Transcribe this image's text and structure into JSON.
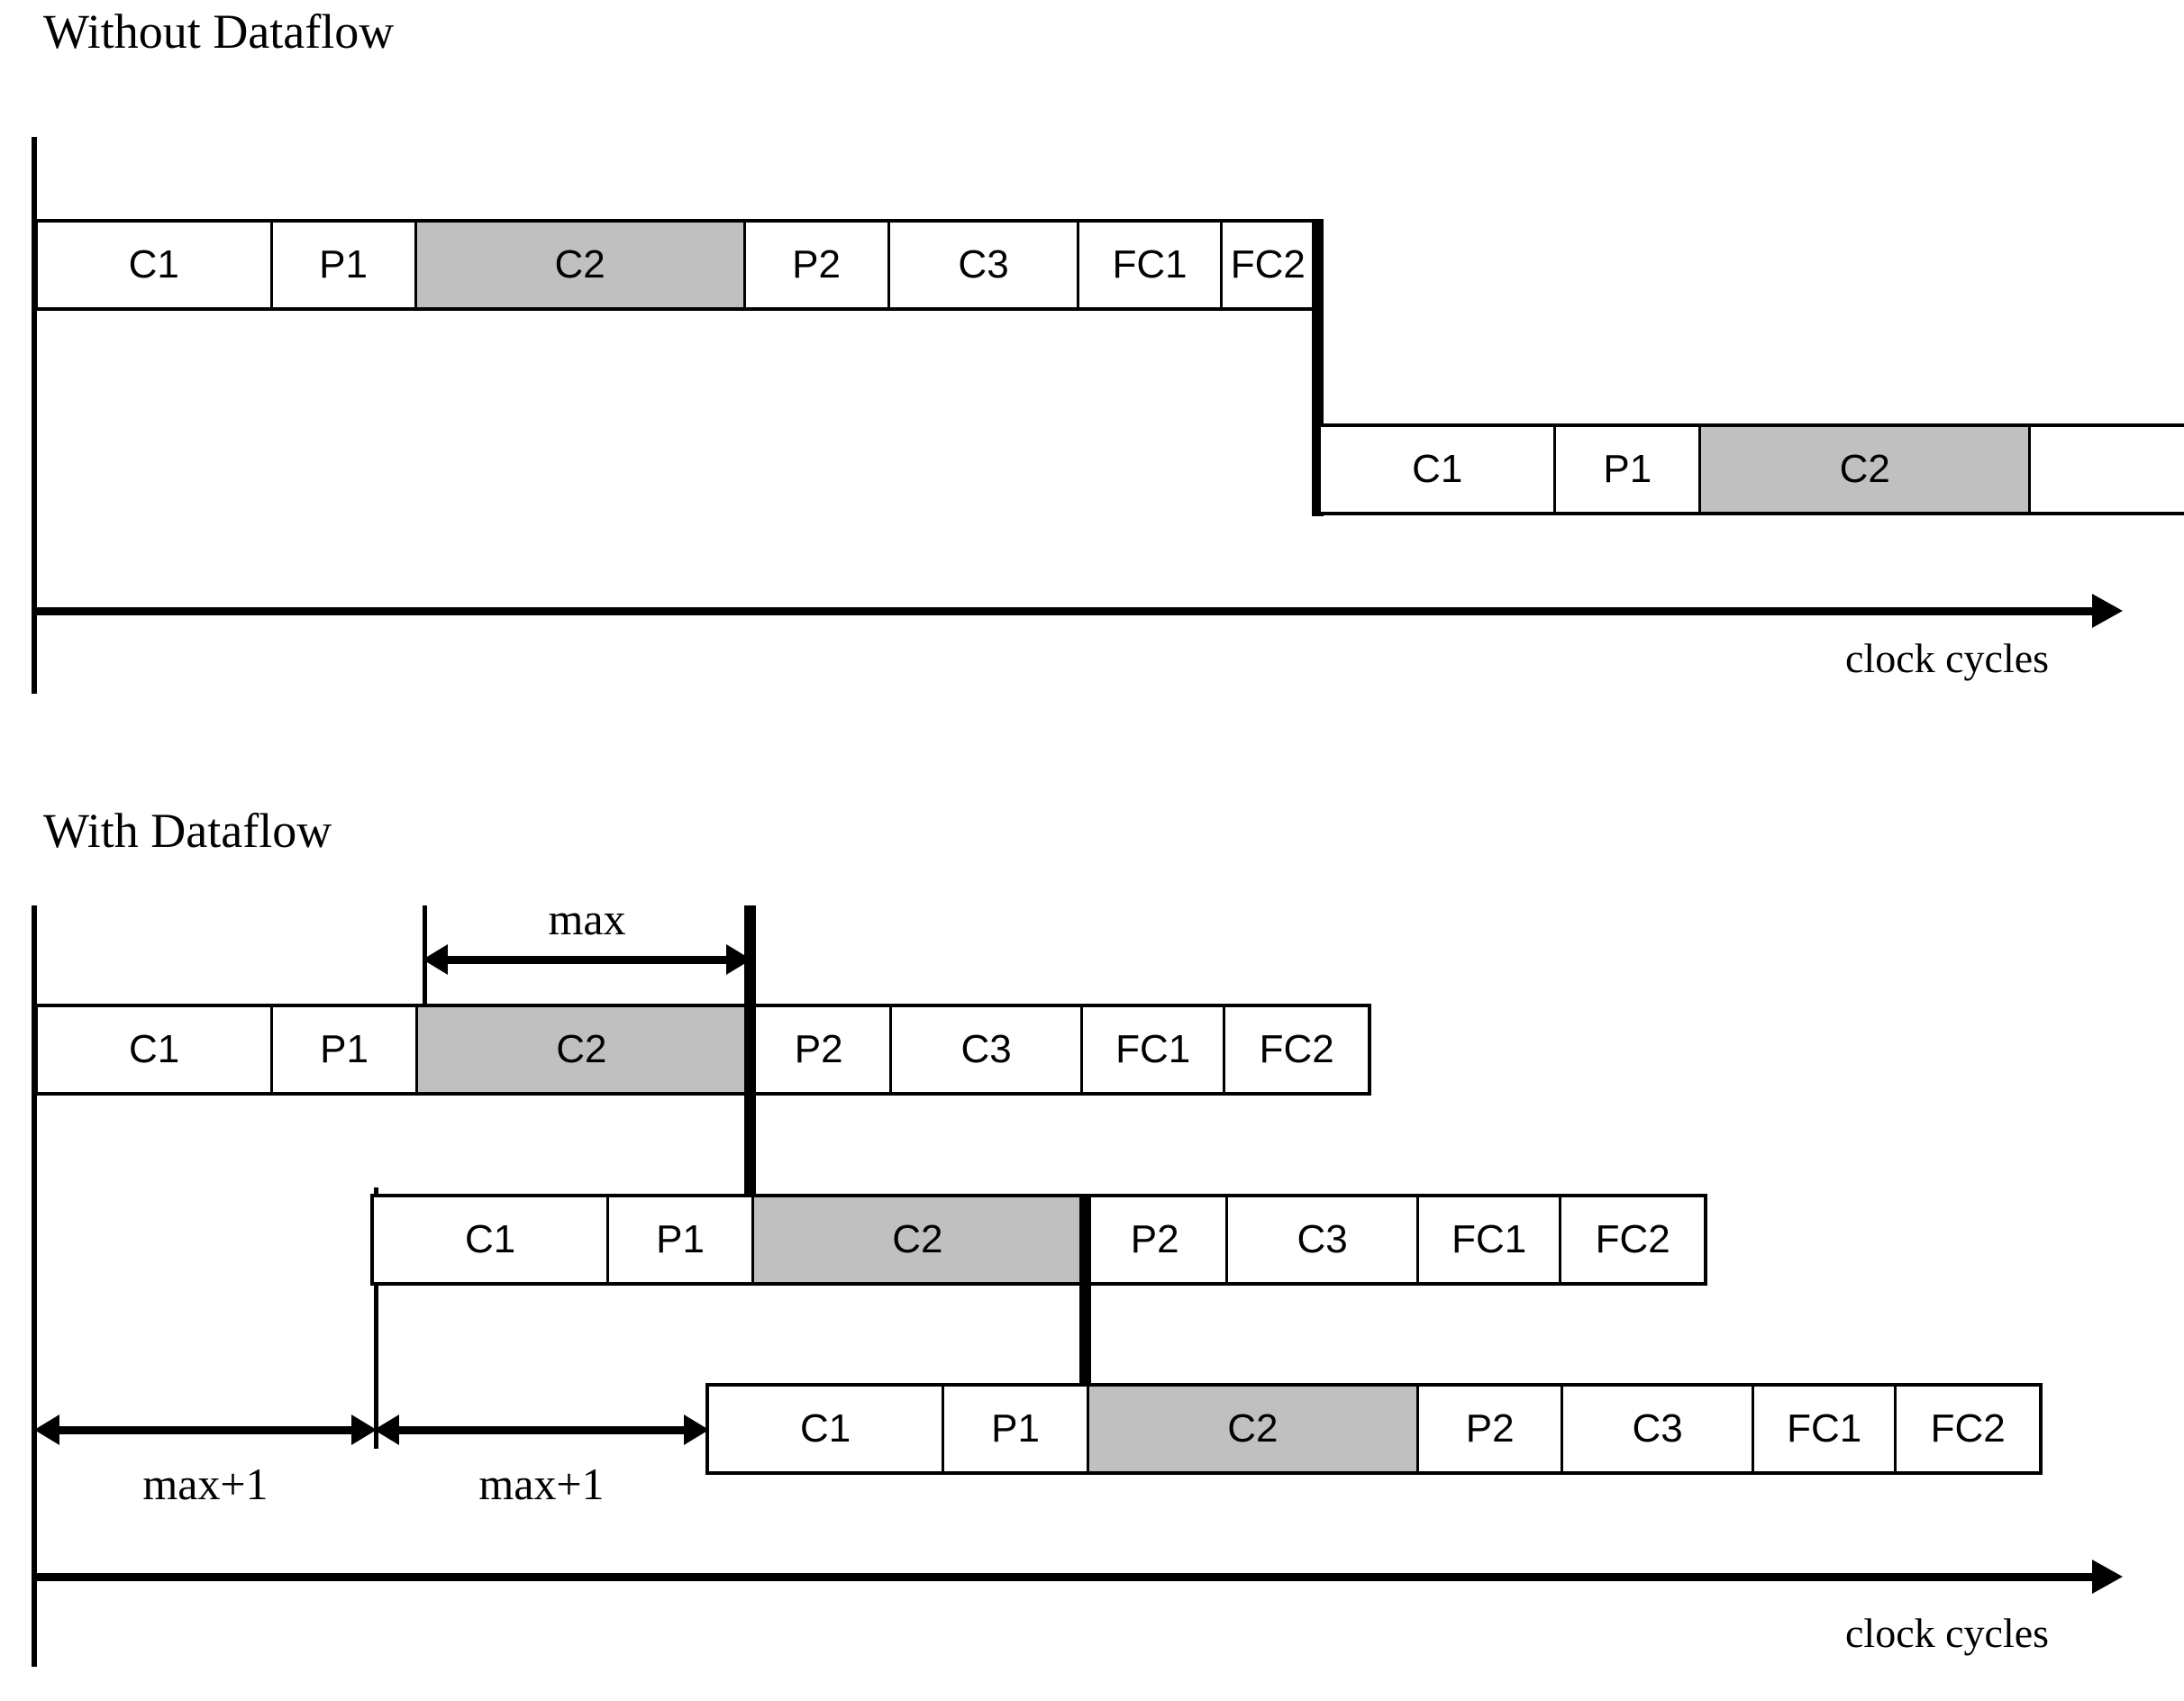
{
  "figure": {
    "cell_labels_order": [
      "C1",
      "P1",
      "C2",
      "P2",
      "C3",
      "FC1",
      "FC2"
    ],
    "shaded_label": "C2",
    "colors": {
      "shaded_cell": "#c0c0c0",
      "line": "#000000",
      "background": "#ffffff"
    }
  },
  "sections": [
    {
      "id": "without-dataflow",
      "title": "Without Dataflow",
      "axis_label": "clock cycles",
      "rows": [
        {
          "id": "iteration-1",
          "cells": [
            {
              "label": "C1",
              "shaded": false
            },
            {
              "label": "P1",
              "shaded": false
            },
            {
              "label": "C2",
              "shaded": true
            },
            {
              "label": "P2",
              "shaded": false
            },
            {
              "label": "C3",
              "shaded": false
            },
            {
              "label": "FC1",
              "shaded": false
            },
            {
              "label": "FC2",
              "shaded": false
            }
          ]
        },
        {
          "id": "iteration-2",
          "cells": [
            {
              "label": "C1",
              "shaded": false
            },
            {
              "label": "P1",
              "shaded": false
            },
            {
              "label": "C2",
              "shaded": true
            },
            {
              "label": "",
              "shaded": false
            }
          ]
        }
      ]
    },
    {
      "id": "with-dataflow",
      "title": "With Dataflow",
      "axis_label": "clock cycles",
      "annotations": [
        {
          "id": "max",
          "label": "max"
        },
        {
          "id": "max-plus-1-a",
          "label": "max+1"
        },
        {
          "id": "max-plus-1-b",
          "label": "max+1"
        }
      ],
      "rows": [
        {
          "id": "iteration-1",
          "cells": [
            {
              "label": "C1",
              "shaded": false
            },
            {
              "label": "P1",
              "shaded": false
            },
            {
              "label": "C2",
              "shaded": true
            },
            {
              "label": "P2",
              "shaded": false
            },
            {
              "label": "C3",
              "shaded": false
            },
            {
              "label": "FC1",
              "shaded": false
            },
            {
              "label": "FC2",
              "shaded": false
            }
          ]
        },
        {
          "id": "iteration-2",
          "cells": [
            {
              "label": "C1",
              "shaded": false
            },
            {
              "label": "P1",
              "shaded": false
            },
            {
              "label": "C2",
              "shaded": true
            },
            {
              "label": "P2",
              "shaded": false
            },
            {
              "label": "C3",
              "shaded": false
            },
            {
              "label": "FC1",
              "shaded": false
            },
            {
              "label": "FC2",
              "shaded": false
            }
          ]
        },
        {
          "id": "iteration-3",
          "cells": [
            {
              "label": "C1",
              "shaded": false
            },
            {
              "label": "P1",
              "shaded": false
            },
            {
              "label": "C2",
              "shaded": true
            },
            {
              "label": "P2",
              "shaded": false
            },
            {
              "label": "C3",
              "shaded": false
            },
            {
              "label": "FC1",
              "shaded": false
            },
            {
              "label": "FC2",
              "shaded": false
            }
          ]
        }
      ]
    }
  ]
}
